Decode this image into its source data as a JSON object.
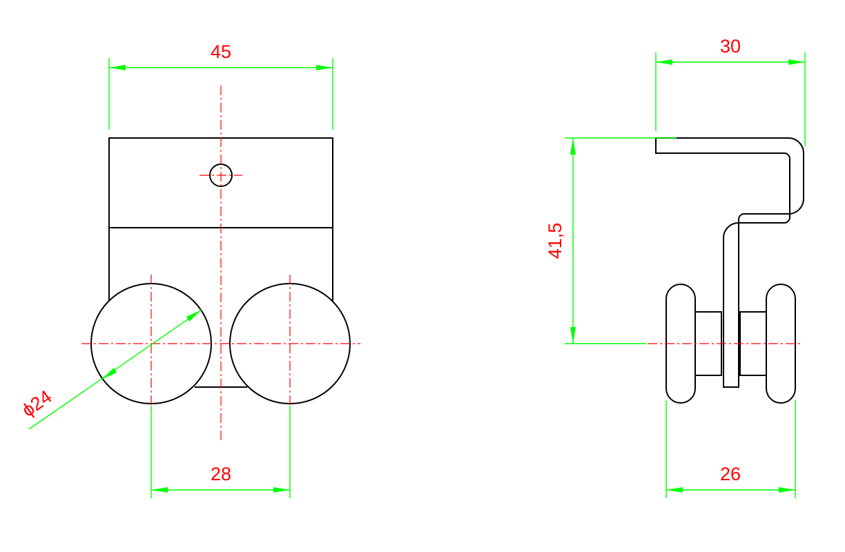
{
  "colors": {
    "object": "#000000",
    "centerline": "#ff0000",
    "dimension": "#00ff00",
    "dimension_text": "#ff0000"
  },
  "dimensions": {
    "front_width": "45",
    "front_wheel_spacing": "28",
    "wheel_diameter": "ϕ24",
    "side_depth": "30",
    "side_height": "41,5",
    "side_wheel_width": "26"
  }
}
